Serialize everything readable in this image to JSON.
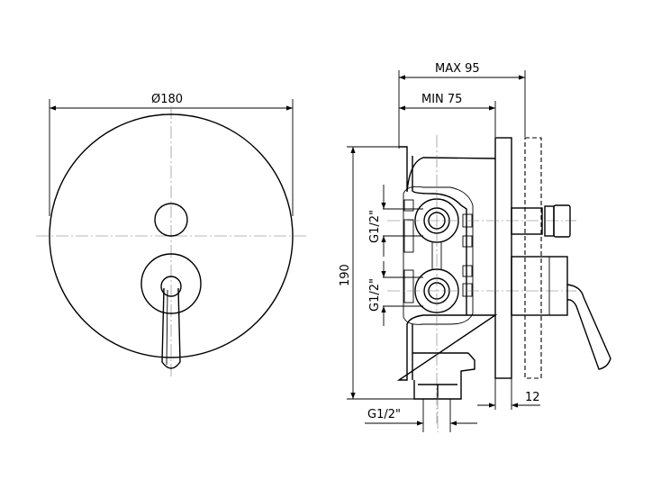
{
  "front_view": {
    "diameter_label": "Ø180"
  },
  "side_view": {
    "max_depth_label": "MAX 95",
    "min_depth_label": "MIN 75",
    "height_label": "190",
    "upper_port_label": "G1/2\"",
    "lower_port_label": "G1/2\"",
    "bottom_port_label": "G1/2\"",
    "plate_thickness_label": "12"
  }
}
